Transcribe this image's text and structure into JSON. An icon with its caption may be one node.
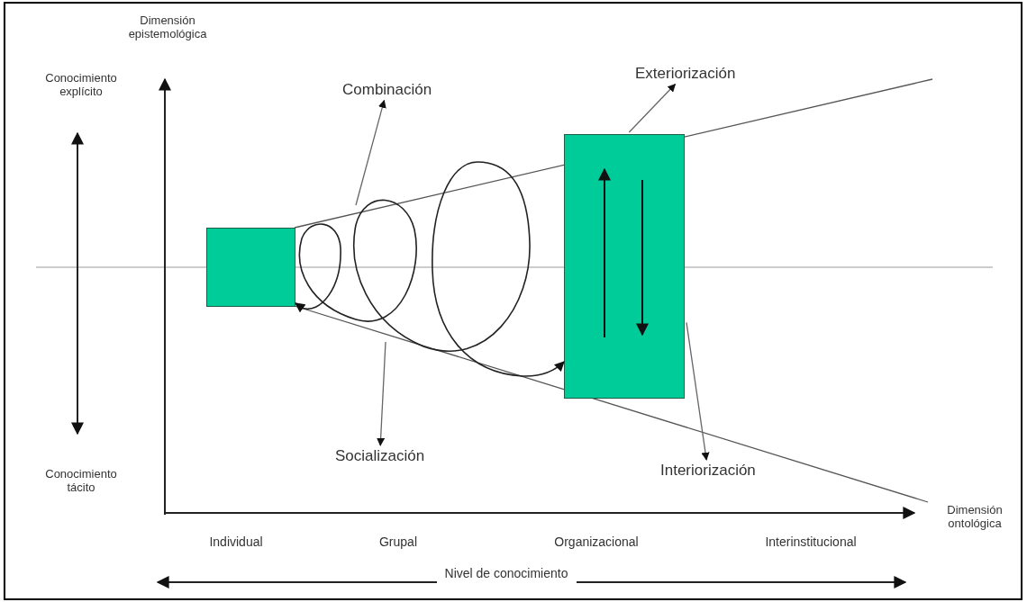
{
  "diagram": {
    "nodes": [
      {
        "text": [],
        "shape": "box"
      },
      {
        "text": [],
        "shape": "box"
      },
      {
        "text": [
          "Combinación"
        ]
      },
      {
        "text": [
          "Exteriorización"
        ]
      },
      {
        "text": [
          "Socialización"
        ]
      },
      {
        "text": [
          "Interiorización"
        ]
      }
    ],
    "edges": [
      {
        "from": null,
        "to": 2,
        "arrow": "to"
      },
      {
        "from": 1,
        "to": 3,
        "arrow": "to"
      },
      {
        "from": null,
        "to": 4,
        "arrow": "to"
      },
      {
        "from": 1,
        "to": 5,
        "arrow": "to"
      },
      {
        "from": 0,
        "to": 1,
        "arrow": "both"
      }
    ],
    "labels": [
      "Dimensión epistemológica",
      "Conocimiento explícito",
      "Conocimiento tácito",
      "Dimensión ontológica",
      "Individual",
      "Grupal",
      "Organizacional",
      "Interinstitucional",
      "Nivel de conocimiento"
    ]
  }
}
